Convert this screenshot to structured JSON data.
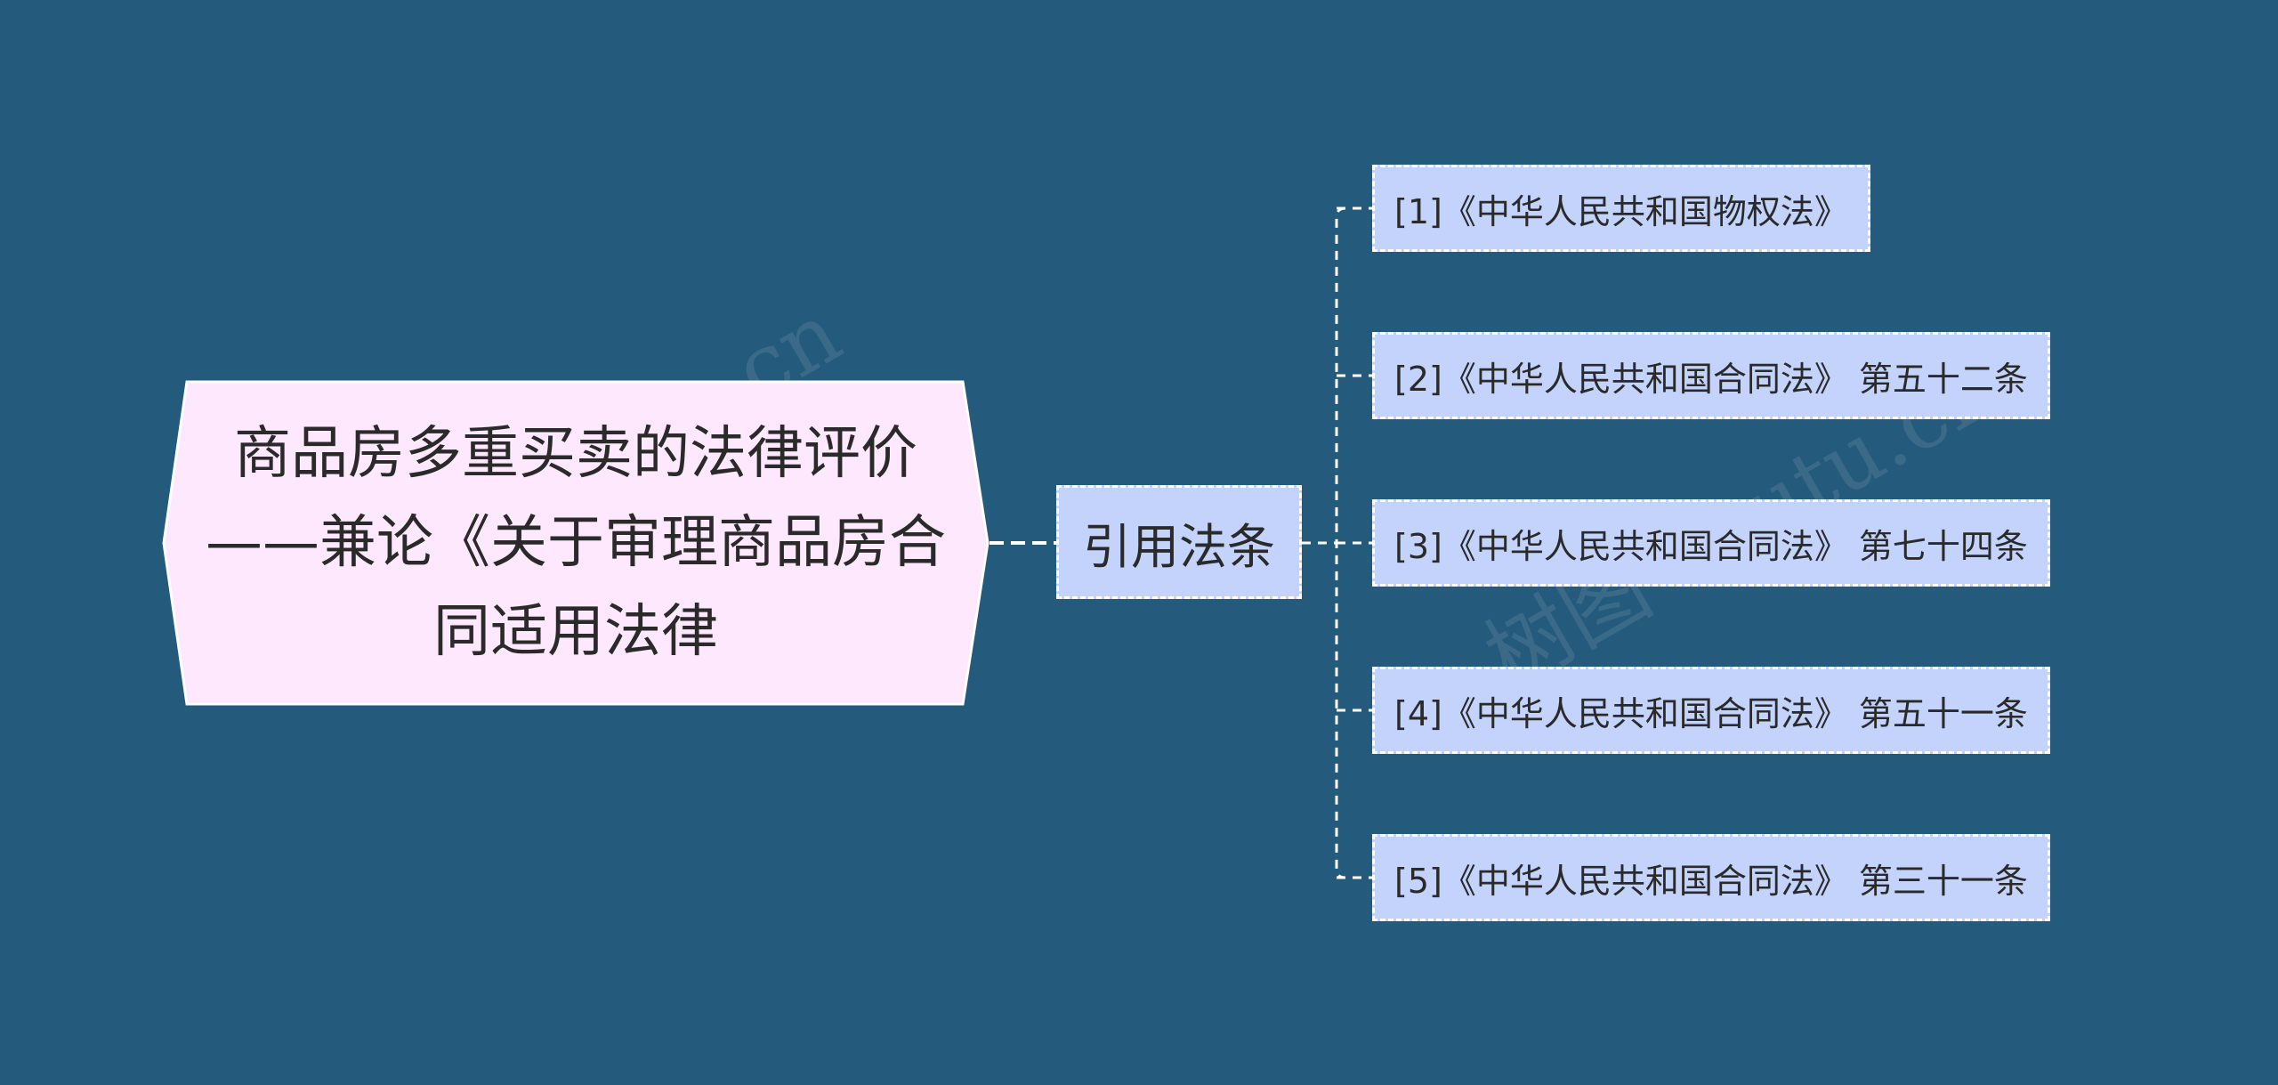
{
  "root": {
    "text": "商品房多重买卖的法律评价——兼论《关于审理商品房合同适用法律"
  },
  "branch": {
    "label": "引用法条"
  },
  "leaves": [
    {
      "text": "[1]《中华人民共和国物权法》"
    },
    {
      "text": "[2]《中华人民共和国合同法》 第五十二条"
    },
    {
      "text": "[3]《中华人民共和国合同法》 第七十四条"
    },
    {
      "text": "[4]《中华人民共和国合同法》 第五十一条"
    },
    {
      "text": "[5]《中华人民共和国合同法》 第三十一条"
    }
  ],
  "watermark": "树图 shutu.cn",
  "colors": {
    "background": "#245a7b",
    "root_fill": "#fee8fd",
    "node_fill": "#c3d3fb",
    "line": "#ffffff"
  }
}
